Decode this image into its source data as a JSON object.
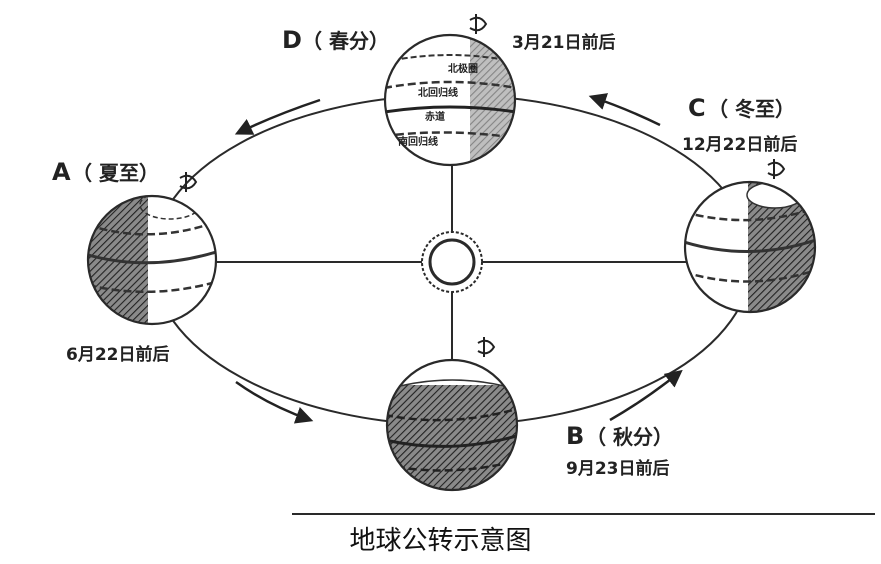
{
  "caption": "地球公转示意图",
  "positions": {
    "D": {
      "letter": "D",
      "term": "（ 春分）",
      "date": "3月21日前后"
    },
    "A": {
      "letter": "A",
      "term": "（ 夏至）",
      "date": "6月22日前后"
    },
    "B": {
      "letter": "B",
      "term": "（ 秋分）",
      "date": "9月23日前后"
    },
    "C": {
      "letter": "C",
      "term": "（ 冬至）",
      "date": "12月22日前后"
    }
  },
  "latitude_labels": [
    "北极圈",
    "北回归线",
    "赤道",
    "南回归线"
  ],
  "colors": {
    "line": "#2a2a2a",
    "hatch": "#333333",
    "background": "#ffffff"
  }
}
